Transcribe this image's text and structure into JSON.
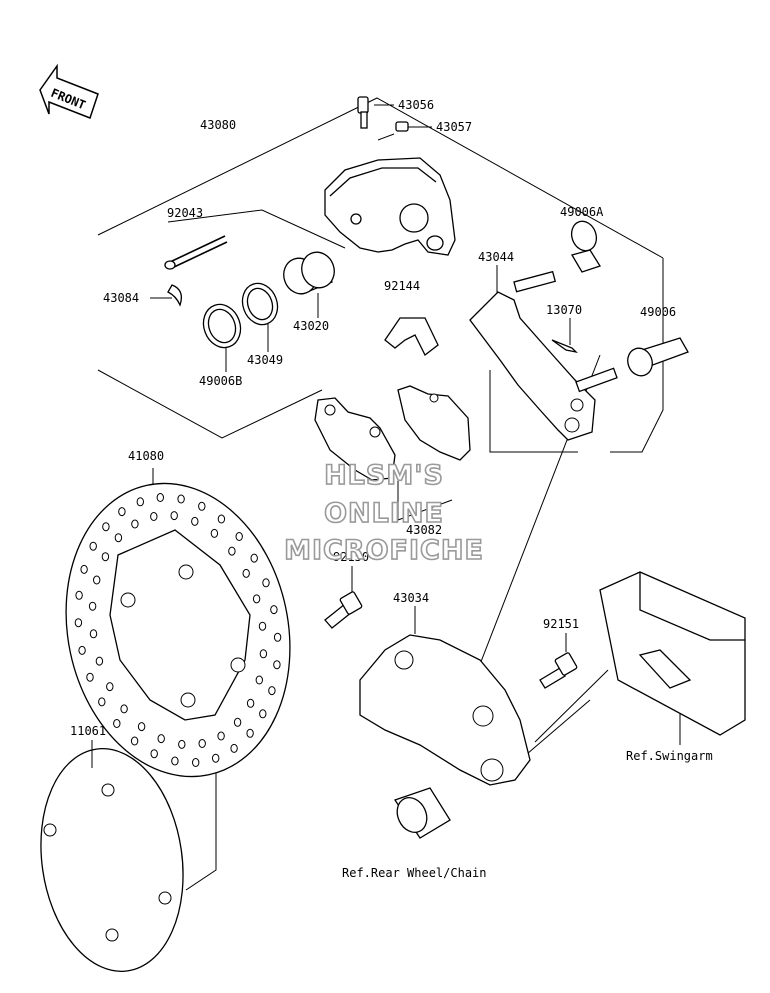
{
  "badge": {
    "text": "FRONT"
  },
  "labels": {
    "l43080": "43080",
    "l43056": "43056",
    "l43057": "43057",
    "l92043": "92043",
    "l49006A": "49006A",
    "l43044": "43044",
    "l43084": "43084",
    "l92144": "92144",
    "l13070": "13070",
    "l49006": "49006",
    "l43020": "43020",
    "l43049": "43049",
    "l49006B": "49006B",
    "l41080": "41080",
    "l43082": "43082",
    "l92150": "92150",
    "l43034": "43034",
    "l92151": "92151",
    "l11061": "11061"
  },
  "refs": {
    "swingarm": "Ref.Swingarm",
    "wheel": "Ref.Rear Wheel/Chain"
  },
  "watermark": {
    "line1": "HLSM'S",
    "line2": "ONLINE",
    "line3": "MICROFICHE"
  }
}
